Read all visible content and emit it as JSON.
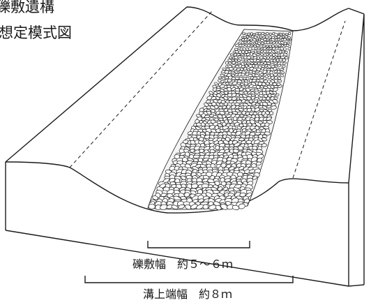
{
  "title": {
    "line1": "礫敷遺構",
    "line2": "想定模式図"
  },
  "dimensions": {
    "gravel_width": "礫敷幅　約５～６ｍ",
    "trench_width": "溝上端幅　約８ｍ"
  },
  "colors": {
    "line": "#1a1a1a",
    "background": "#ffffff",
    "stone_fill": "#ffffff"
  }
}
